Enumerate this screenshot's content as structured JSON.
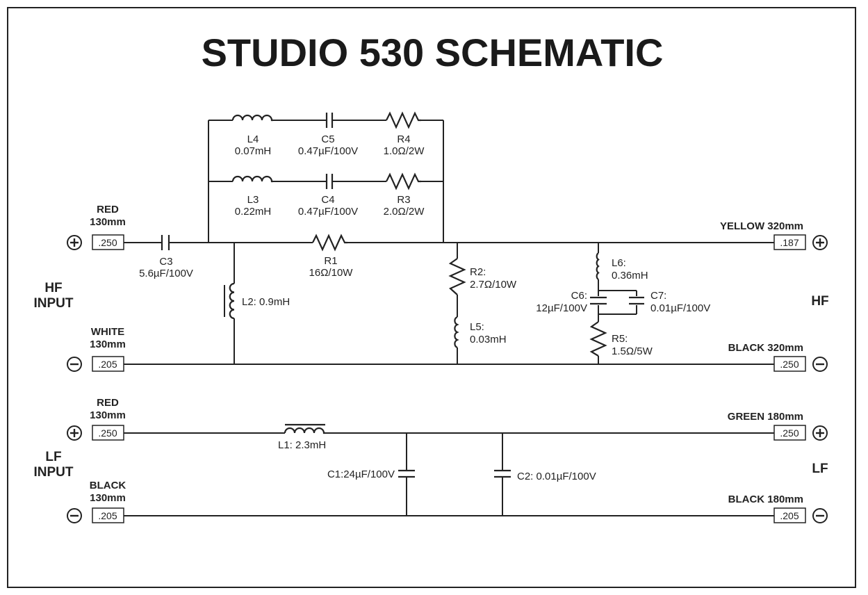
{
  "title": "STUDIO 530 SCHEMATIC",
  "hf_input": {
    "line1": "HF",
    "line2": "INPUT"
  },
  "lf_input": {
    "line1": "LF",
    "line2": "INPUT"
  },
  "hf_label": "HF",
  "lf_label": "LF",
  "wires": {
    "hf_pos_in": {
      "color": "RED",
      "length": "130mm",
      "terminal": ".250"
    },
    "hf_neg_in": {
      "color": "WHITE",
      "length": "130mm",
      "terminal": ".205"
    },
    "lf_pos_in": {
      "color": "RED",
      "length": "130mm",
      "terminal": ".250"
    },
    "lf_neg_in": {
      "color": "BLACK",
      "length": "130mm",
      "terminal": ".205"
    },
    "hf_pos_out": {
      "label": "YELLOW 320mm",
      "terminal": ".187"
    },
    "hf_neg_out": {
      "label": "BLACK 320mm",
      "terminal": ".250"
    },
    "lf_pos_out": {
      "label": "GREEN 180mm",
      "terminal": ".250"
    },
    "lf_neg_out": {
      "label": "BLACK 180mm",
      "terminal": ".205"
    }
  },
  "components": {
    "L4": {
      "name": "L4",
      "value": "0.07mH"
    },
    "C5": {
      "name": "C5",
      "value": "0.47µF/100V"
    },
    "R4": {
      "name": "R4",
      "value": "1.0Ω/2W"
    },
    "L3": {
      "name": "L3",
      "value": "0.22mH"
    },
    "C4": {
      "name": "C4",
      "value": "0.47µF/100V"
    },
    "R3": {
      "name": "R3",
      "value": "2.0Ω/2W"
    },
    "C3": {
      "name": "C3",
      "value": "5.6µF/100V"
    },
    "R1": {
      "name": "R1",
      "value": "16Ω/10W"
    },
    "L2": {
      "label": "L2: 0.9mH"
    },
    "R2": {
      "name": "R2:",
      "value": "2.7Ω/10W"
    },
    "L5": {
      "name": "L5:",
      "value": "0.03mH"
    },
    "L6": {
      "name": "L6:",
      "value": "0.36mH"
    },
    "C6": {
      "name": "C6:",
      "value": "12µF/100V"
    },
    "C7": {
      "name": "C7:",
      "value": "0.01µF/100V"
    },
    "R5": {
      "name": "R5:",
      "value": "1.5Ω/5W"
    },
    "L1": {
      "label": "L1: 2.3mH"
    },
    "C1": {
      "label": "C1:24µF/100V"
    },
    "C2": {
      "label": "C2: 0.01µF/100V"
    }
  }
}
